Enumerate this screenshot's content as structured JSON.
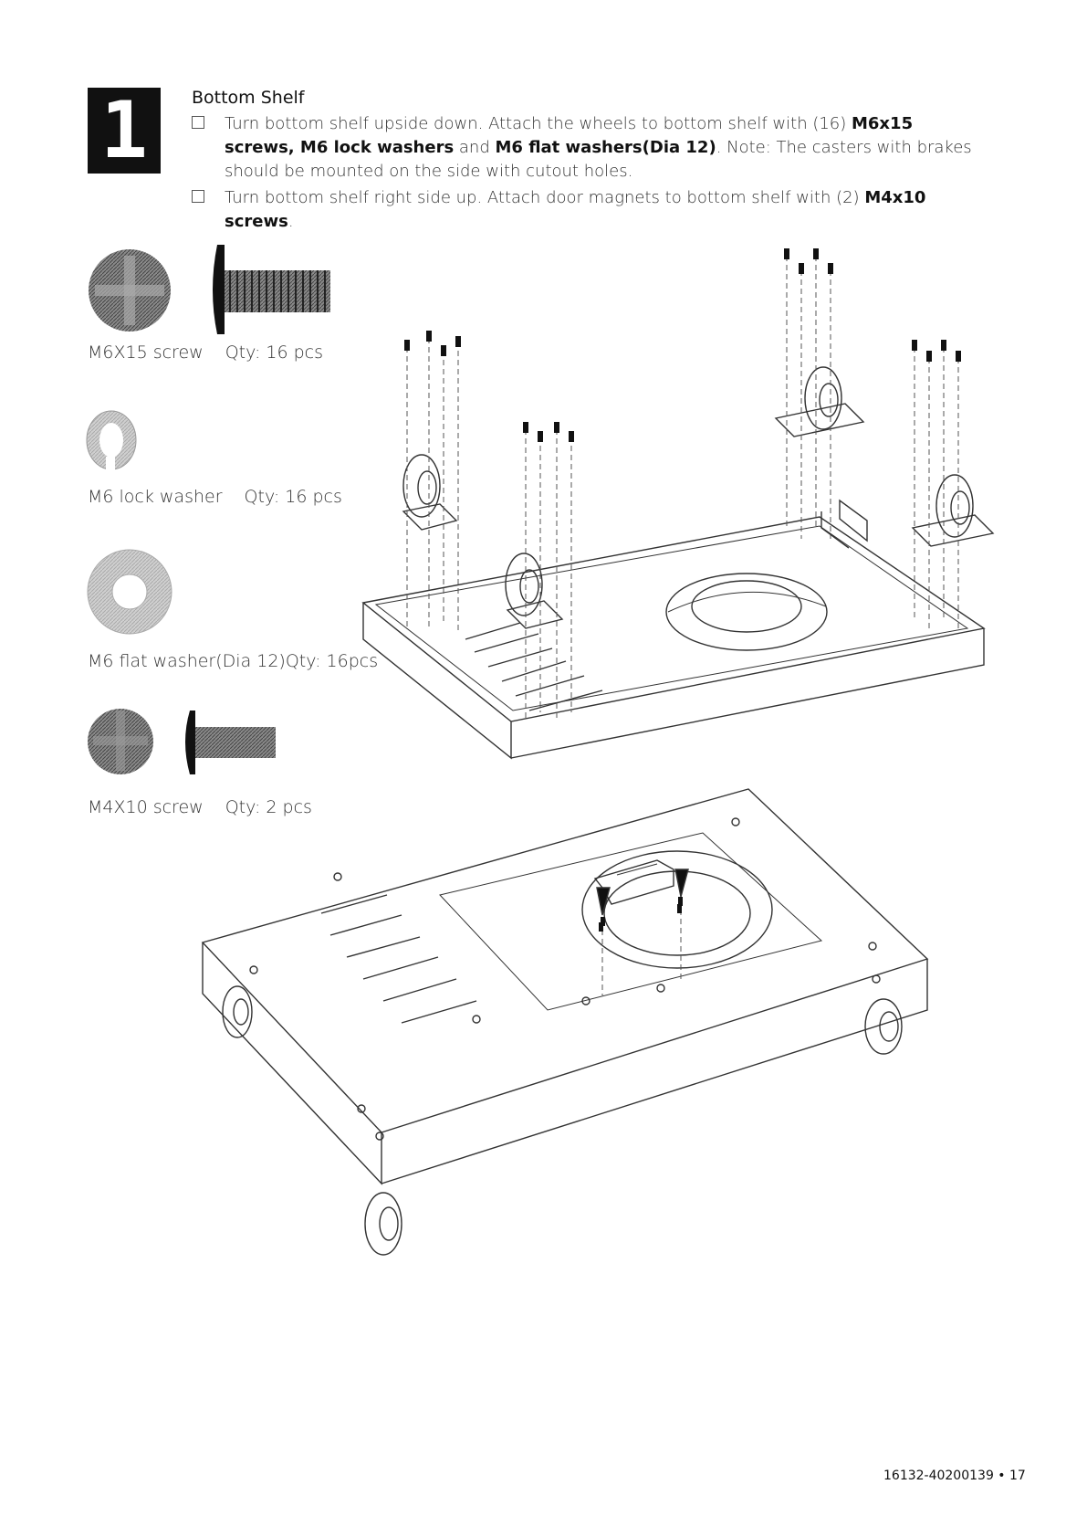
{
  "step": {
    "number": "1",
    "title": "Bottom Shelf"
  },
  "instructions": [
    {
      "parts": [
        {
          "t": "Turn bottom shelf upside down. Attach the wheels to bottom shelf with (16) ",
          "b": false
        },
        {
          "t": "M6x15 screws, M6 lock washers",
          "b": true
        },
        {
          "t": " and ",
          "b": false
        },
        {
          "t": "M6 flat washers(Dia 12)",
          "b": true
        },
        {
          "t": ". Note: The casters with brakes should be mounted on the side with cutout holes.",
          "b": false
        }
      ]
    },
    {
      "parts": [
        {
          "t": "Turn bottom shelf right side up. Attach door magnets to bottom shelf with (2) ",
          "b": false
        },
        {
          "t": "M4x10 screws",
          "b": true
        },
        {
          "t": ".",
          "b": false
        }
      ]
    }
  ],
  "parts_list": [
    {
      "name": "M6X15 screw",
      "qty": "Qty: 16 pcs",
      "icon": "m6x15-screw-icon"
    },
    {
      "name": "M6 lock washer",
      "qty": "Qty: 16 pcs",
      "icon": "lock-washer-icon"
    },
    {
      "name": "M6 flat washer(Dia 12)",
      "qty": "Qty: 16pcs",
      "icon": "flat-washer-icon"
    },
    {
      "name": "M4X10 screw",
      "qty": "Qty: 2 pcs",
      "icon": "m4x10-screw-icon"
    }
  ],
  "footer": "16132-40200139 • 17",
  "colors": {
    "ink": "#111111",
    "hardware": "#555555",
    "washer": "#bbbbbb"
  }
}
